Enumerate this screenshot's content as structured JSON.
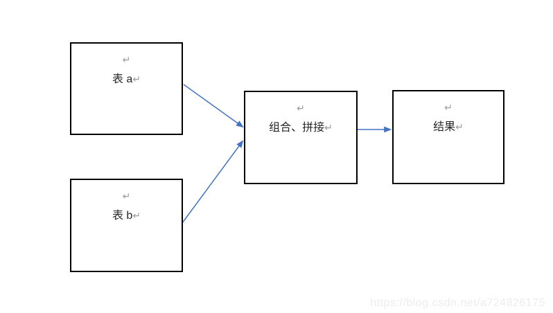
{
  "diagram": {
    "boxes": [
      {
        "id": "table-a",
        "label": "表 a"
      },
      {
        "id": "table-b",
        "label": "表 b"
      },
      {
        "id": "combine",
        "label": "组合、拼接"
      },
      {
        "id": "result",
        "label": "结果"
      }
    ],
    "connections": [
      {
        "from": "table-a",
        "to": "combine"
      },
      {
        "from": "table-b",
        "to": "combine"
      },
      {
        "from": "combine",
        "to": "result"
      }
    ]
  },
  "glyphs": {
    "return_mark": "↵"
  },
  "colors": {
    "arrow": "#4472C4",
    "box_border": "#000000",
    "text": "#262626",
    "return_mark": "#9b9b9b",
    "watermark": "#ececec"
  },
  "watermark": {
    "text": "https://blog.csdn.net/a724826175"
  }
}
